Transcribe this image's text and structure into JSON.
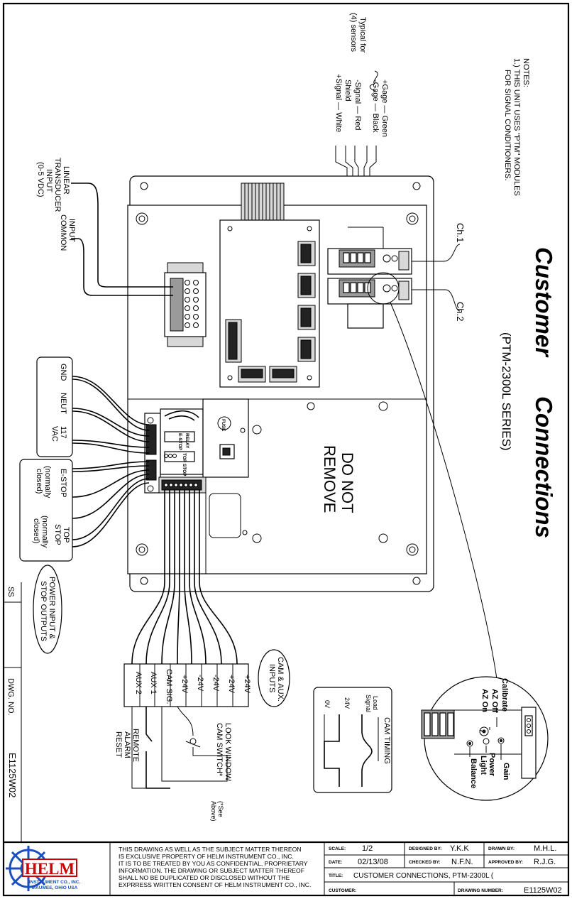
{
  "title": {
    "main_left": "Customer",
    "main_right": "Connections",
    "series": "(PTM-2300L SERIES)"
  },
  "notes": {
    "heading": "NOTES:",
    "line1": "1.) THIS UNIT USES \"PTM\" MODULES",
    "line2": "FOR SIGNAL CONDITIONERS."
  },
  "sensor": {
    "typical_line1": "Typical for",
    "typical_line2": "(4) sensors",
    "wires": [
      "+Gage — Green",
      "-Gage — Black",
      "-Signal — Red",
      "Shield",
      "+Signal — White"
    ]
  },
  "channels": {
    "ch1": "Ch.1",
    "ch2": "Ch.2"
  },
  "transducer": {
    "line1": "LINEAR",
    "line2": "TRANSDUCER",
    "line3": "INPUT",
    "line4": "(0-5 VDC)",
    "common1": "INPUT",
    "common2": "COMMON"
  },
  "power": {
    "gnd": "GND",
    "neut": "NEUT",
    "vac1": "117",
    "vac2": "VAC"
  },
  "stops": {
    "estop": "E-STOP",
    "estop_state1": "(normally",
    "estop_state2": "closed)",
    "topstop1": "TOP",
    "topstop2": "STOP",
    "topstop_state1": "(normally",
    "topstop_state2": "closed)"
  },
  "outputs": {
    "line1": "POWER INPUT &",
    "line2": "STOP OUTPUTS"
  },
  "relays": {
    "estop_relay": "E-STOP",
    "relay": "RELAY",
    "topstop_relay": "TOP STOP",
    "fuse": "FUSE"
  },
  "do_not_remove": {
    "line1": "DO NOT",
    "line2": "REMOVE"
  },
  "terminals": [
    "AUX 2",
    "AUX 1",
    "CAM SIG.",
    "+24V",
    "-24V",
    "-24V",
    "+24V",
    "+24V"
  ],
  "cam_aux": {
    "line1": "CAM & AUX.",
    "line2": "INPUTS"
  },
  "look_window": {
    "line1": "LOOK WINDOW",
    "line2": "CAM SWITCH*"
  },
  "remote_alarm": {
    "line1": "REMOTE",
    "line2": "ALARM",
    "line3": "RESET"
  },
  "see_above": {
    "line1": "(*See",
    "line2": "Above)"
  },
  "cam_timing": {
    "title": "CAM TIMING",
    "load1": "Load",
    "load2": "Signal",
    "v24": "24V",
    "v0": "0V"
  },
  "detail": {
    "calibrate": "Calibrate",
    "azoff": "AZ Off",
    "azon": "AZ On",
    "gain": "Gain",
    "power1": "Power",
    "power2": "Light",
    "balance": "Balance"
  },
  "side": {
    "ss": "SS",
    "dwg_no": "DWG. NO.",
    "number": "E1125W02"
  },
  "title_block": {
    "company": "HELM",
    "company_sub1": "INSTRUMENT CO., INC.",
    "company_sub2": "MAUMEE, OHIO USA",
    "disclaimer": [
      "THIS DRAWING AS WELL AS THE SUBJECT MATTER THEREON",
      "IS EXCLUSIVE PROPERTY OF HELM INSTRUMENT CO., INC.",
      "IT IS TO BE TREATED BY YOU AS CONFIDENTIAL, PROPRIETARY",
      "INFORMATION. THE DRAWING OR SUBJECT MATTER THEREOF",
      "SHALL NO BE DUPLICATED OR DISCLOSED WITHOUT THE",
      "EXPRRESS WRITTEN CONSENT OF HELM INSTRUMENT CO., INC."
    ],
    "scale_label": "SCALE:",
    "scale": "1/2",
    "designed_label": "DESIGNED BY:",
    "designed": "Y.K.K",
    "drawn_label": "DRAWN BY:",
    "drawn": "M.H.L.",
    "date_label": "DATE:",
    "date": "02/13/08",
    "checked_label": "CHECKED BY:",
    "checked": "N.F.N.",
    "approved_label": "APPROVED BY:",
    "approved": "R.J.G.",
    "title_label": "TITLE:",
    "title": "CUSTOMER CONNECTIONS, PTM-2300L (",
    "customer_label": "CUSTOMER:",
    "drawing_label": "DRAWING NUMBER:",
    "drawing_number": "E1125W02"
  }
}
